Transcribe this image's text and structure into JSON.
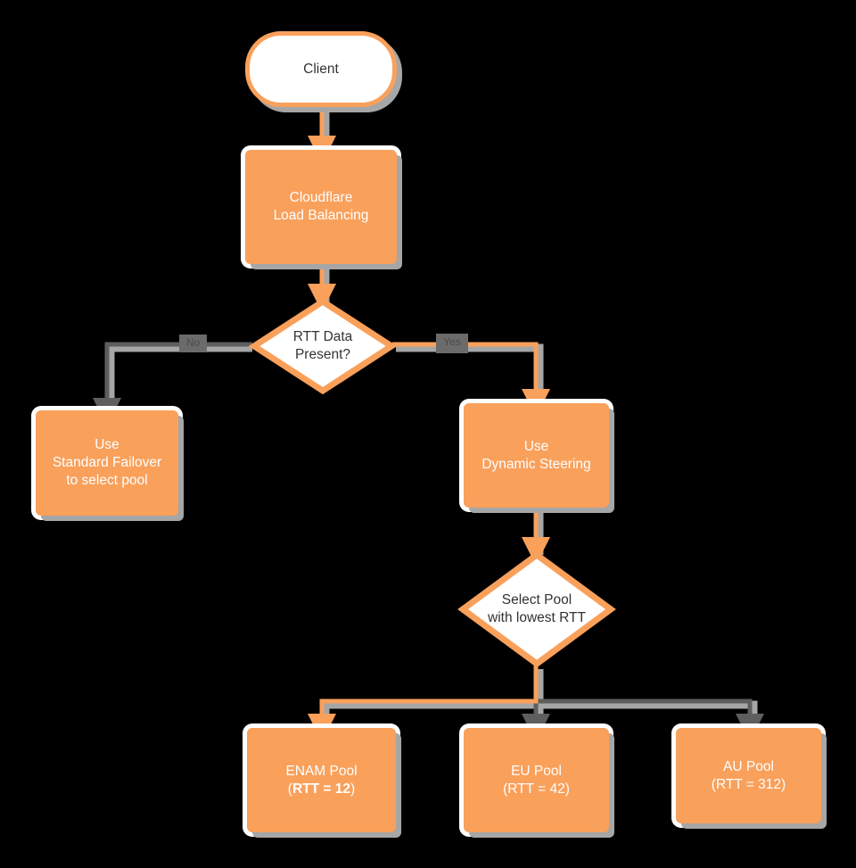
{
  "diagram": {
    "title": "Cloudflare Load Balancing RTT steering flowchart",
    "type": "flowchart",
    "background_color": "#000000",
    "colors": {
      "node_fill": "#F9A05B",
      "node_text": "#FFFFFF",
      "terminal_fill": "#FFFFFF",
      "terminal_text": "#333333",
      "edge_active": "#F9A05B",
      "edge_inactive": "#5E5E5E",
      "shadow": "#A6A6A6",
      "edge_label_bg": "#6B6B6B"
    },
    "nodes": [
      {
        "id": "client",
        "shape": "terminal",
        "lines": [
          "Client"
        ]
      },
      {
        "id": "clb",
        "shape": "process",
        "lines": [
          "Cloudflare",
          "Load Balancing"
        ]
      },
      {
        "id": "rtt-present",
        "shape": "diamond",
        "lines": [
          "RTT Data",
          "Present?"
        ]
      },
      {
        "id": "standard-failover",
        "shape": "process",
        "lines": [
          "Use",
          "Standard Failover",
          "to select pool"
        ]
      },
      {
        "id": "dynamic-steering",
        "shape": "process",
        "lines": [
          "Use",
          "Dynamic Steering"
        ]
      },
      {
        "id": "select-pool",
        "shape": "diamond",
        "lines": [
          "Select Pool",
          "with lowest RTT"
        ]
      },
      {
        "id": "enam-pool",
        "shape": "process",
        "lines": [
          "ENAM Pool",
          "(RTT = 12)"
        ],
        "bold_part": "RTT = 12",
        "rtt": 12
      },
      {
        "id": "eu-pool",
        "shape": "process",
        "lines": [
          "EU Pool",
          "(RTT = 42)"
        ],
        "rtt": 42
      },
      {
        "id": "au-pool",
        "shape": "process",
        "lines": [
          "AU Pool",
          "(RTT = 312)"
        ],
        "rtt": 312
      }
    ],
    "edge_labels": [
      {
        "id": "label-no",
        "text": "No"
      },
      {
        "id": "label-yes",
        "text": "Yes"
      }
    ]
  }
}
